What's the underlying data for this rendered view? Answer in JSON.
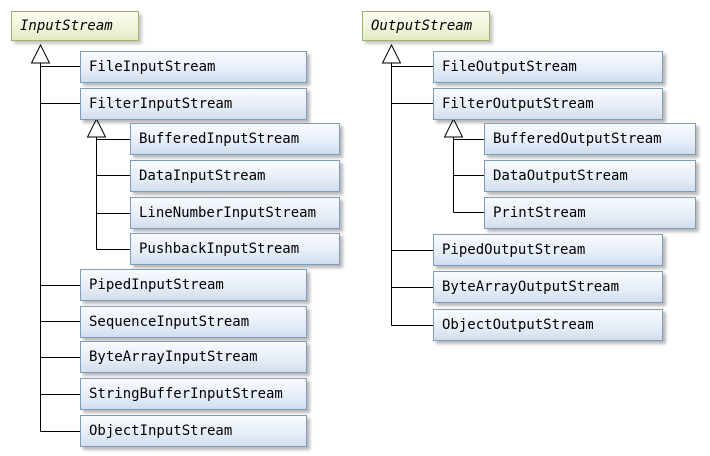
{
  "diagram": {
    "input": {
      "root": "InputStream",
      "children": [
        "FileInputStream",
        "FilterInputStream",
        "PipedInputStream",
        "SequenceInputStream",
        "ByteArrayInputStream",
        "StringBufferInputStream",
        "ObjectInputStream"
      ],
      "filter_children": [
        "BufferedInputStream",
        "DataInputStream",
        "LineNumberInputStream",
        "PushbackInputStream"
      ]
    },
    "output": {
      "root": "OutputStream",
      "children": [
        "FileOutputStream",
        "FilterOutputStream",
        "PipedOutputStream",
        "ByteArrayOutputStream",
        "ObjectOutputStream"
      ],
      "filter_children": [
        "BufferedOutputStream",
        "DataOutputStream",
        "PrintStream"
      ]
    }
  },
  "colors": {
    "line": "#000000",
    "abstract_border": "#9bb36c",
    "class_border": "#7f9db9"
  }
}
